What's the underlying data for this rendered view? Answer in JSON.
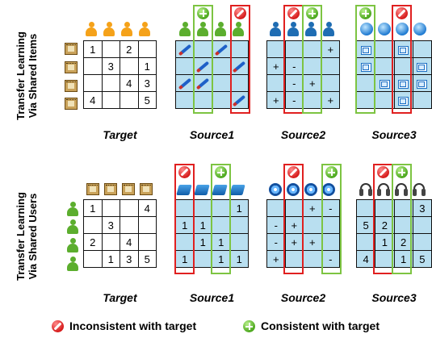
{
  "section_labels": {
    "top": [
      "Transfer Learning",
      "Via Shared Items"
    ],
    "bottom": [
      "Transfer Learning",
      "Via Shared Users"
    ]
  },
  "panel_labels": {
    "top": [
      "Target",
      "Source1",
      "Source2",
      "Source3"
    ],
    "bottom": [
      "Target",
      "Source1",
      "Source2",
      "Source3"
    ]
  },
  "top_target": [
    [
      "1",
      "",
      "2",
      ""
    ],
    [
      "",
      "3",
      "",
      "1"
    ],
    [
      "",
      "",
      "4",
      "3"
    ],
    [
      "4",
      "",
      "",
      "5"
    ]
  ],
  "top_source1_brush_cells": [
    [
      0,
      0
    ],
    [
      0,
      2
    ],
    [
      1,
      1
    ],
    [
      1,
      3
    ],
    [
      2,
      0
    ],
    [
      2,
      1
    ],
    [
      3,
      3
    ]
  ],
  "top_source2": [
    [
      "",
      "",
      "",
      "+"
    ],
    [
      "+",
      "-",
      "",
      ""
    ],
    [
      "",
      "-",
      "+",
      ""
    ],
    [
      "+",
      "-",
      "",
      "+"
    ]
  ],
  "top_source3_window_cells": [
    [
      0,
      0
    ],
    [
      0,
      2
    ],
    [
      1,
      0
    ],
    [
      1,
      3
    ],
    [
      2,
      1
    ],
    [
      2,
      2
    ],
    [
      2,
      3
    ],
    [
      3,
      2
    ]
  ],
  "bottom_target": [
    [
      "1",
      "",
      "",
      "4"
    ],
    [
      "",
      "3",
      "",
      ""
    ],
    [
      "2",
      "",
      "4",
      ""
    ],
    [
      "",
      "1",
      "3",
      "5"
    ]
  ],
  "bottom_source1": [
    [
      "",
      "",
      "",
      "1"
    ],
    [
      "1",
      "1",
      "",
      ""
    ],
    [
      "",
      "1",
      "1",
      ""
    ],
    [
      "1",
      "",
      "1",
      "1"
    ]
  ],
  "bottom_source2": [
    [
      "",
      "",
      "+",
      "-"
    ],
    [
      "-",
      "+",
      "",
      ""
    ],
    [
      "-",
      "+",
      "+",
      ""
    ],
    [
      "+",
      "",
      "",
      "-"
    ]
  ],
  "bottom_source3": [
    [
      "",
      "",
      "",
      "3"
    ],
    [
      "5",
      "2",
      "",
      ""
    ],
    [
      "",
      "1",
      "2",
      ""
    ],
    [
      "4",
      "",
      "1",
      "5"
    ]
  ],
  "legend": {
    "inconsistent": "Inconsistent with target",
    "consistent": "Consistent with target"
  },
  "icons": {
    "items_top": "film-icon",
    "user": "user-icon",
    "book": "book-icon",
    "disc": "disc-icon",
    "headphones": "headphones-icon",
    "web": "web-icon",
    "paintbrush": "paintbrush-icon",
    "window": "window-icon",
    "inconsistent": "no-sign-icon",
    "consistent": "plus-icon"
  },
  "colors": {
    "red": "#e02020",
    "green": "#7dc442",
    "cell_blue": "#b9dff0"
  }
}
